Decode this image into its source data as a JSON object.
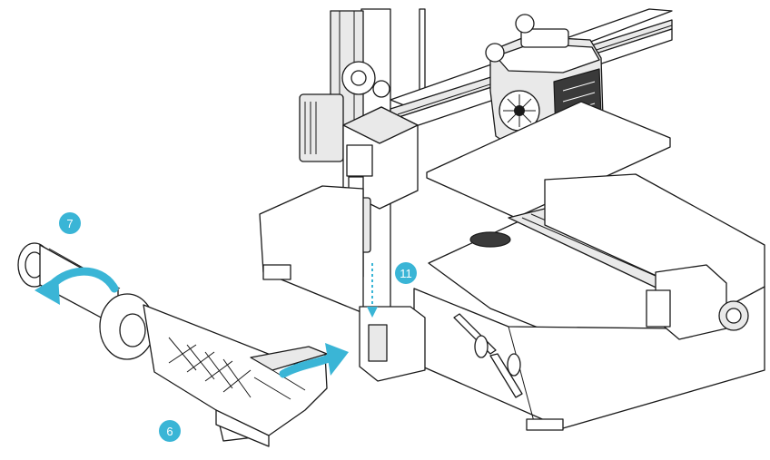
{
  "accent_color": "#3ab5d6",
  "callouts": [
    {
      "id": "7",
      "label": "7"
    },
    {
      "id": "6",
      "label": "6"
    },
    {
      "id": "11",
      "label": "11"
    }
  ],
  "icons": [
    "rotate-arrow-icon",
    "insert-arrow-icon",
    "fan-icon"
  ]
}
